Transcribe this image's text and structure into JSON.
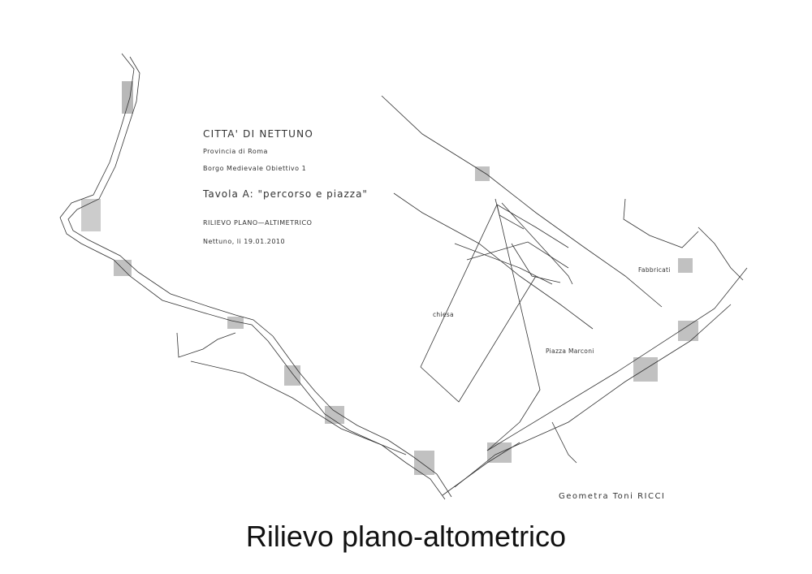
{
  "title_block": {
    "city": "CITTA' DI NETTUNO",
    "province": "Provincia di Roma",
    "project": "Borgo Medievale Obiettivo 1",
    "sheet": "Tavola A:  \"percorso e piazza\"",
    "survey_type": "RILIEVO PLANO—ALTIMETRICO",
    "place_date": "Nettuno, li  19.01.2010"
  },
  "map_labels": {
    "church": "chiesa",
    "square": "Piazza Marconi",
    "buildings": "Fabbricati"
  },
  "surveyor": "Geometra  Toni  RICCI",
  "caption": "Rilievo plano-altometrico",
  "colors": {
    "line": "#333333",
    "background": "#ffffff",
    "caption": "#111111"
  }
}
